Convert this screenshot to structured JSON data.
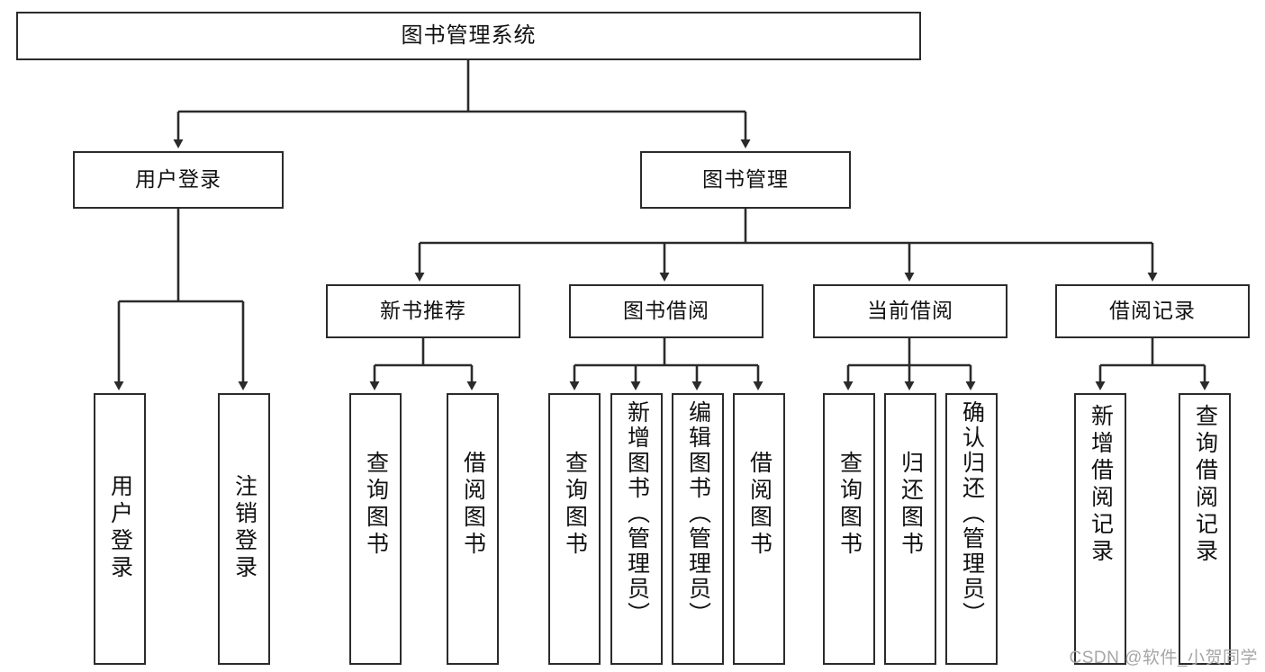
{
  "diagram": {
    "type": "tree-hierarchy",
    "title": "图书管理系统",
    "watermark": "CSDN @软件_小贺同学",
    "colors": {
      "box_border": "#2b2b2b",
      "box_fill": "#ffffff",
      "connector": "#2b2b2b",
      "text": "#111111",
      "watermark": "#a6a6a6"
    },
    "levels": [
      {
        "level": 1,
        "nodes": [
          {
            "id": "root",
            "label": "图书管理系统",
            "orientation": "horizontal"
          }
        ]
      },
      {
        "level": 2,
        "nodes": [
          {
            "id": "user-login",
            "label": "用户登录",
            "orientation": "horizontal",
            "parent": "root"
          },
          {
            "id": "book-manage",
            "label": "图书管理",
            "orientation": "horizontal",
            "parent": "root"
          }
        ]
      },
      {
        "level": 3,
        "nodes": [
          {
            "id": "new-book-rec",
            "label": "新书推荐",
            "orientation": "horizontal",
            "parent": "book-manage"
          },
          {
            "id": "book-borrow",
            "label": "图书借阅",
            "orientation": "horizontal",
            "parent": "book-manage"
          },
          {
            "id": "current-borrow",
            "label": "当前借阅",
            "orientation": "horizontal",
            "parent": "book-manage"
          },
          {
            "id": "borrow-record",
            "label": "借阅记录",
            "orientation": "horizontal",
            "parent": "book-manage"
          }
        ]
      },
      {
        "level": 4,
        "nodes": [
          {
            "id": "leaf-user-login",
            "label": "用户登录",
            "orientation": "vertical",
            "parent": "user-login"
          },
          {
            "id": "leaf-user-logout",
            "label": "注销登录",
            "orientation": "vertical",
            "parent": "user-login"
          },
          {
            "id": "leaf-query-book-1",
            "label": "查询图书",
            "orientation": "vertical",
            "parent": "new-book-rec"
          },
          {
            "id": "leaf-borrow-book-1",
            "label": "借阅图书",
            "orientation": "vertical",
            "parent": "new-book-rec"
          },
          {
            "id": "leaf-query-book-2",
            "label": "查询图书",
            "orientation": "vertical",
            "parent": "book-borrow"
          },
          {
            "id": "leaf-add-book",
            "label": "新增图书（管理员）",
            "orientation": "vertical",
            "parent": "book-borrow"
          },
          {
            "id": "leaf-edit-book",
            "label": "编辑图书（管理员）",
            "orientation": "vertical",
            "parent": "book-borrow"
          },
          {
            "id": "leaf-borrow-book-2",
            "label": "借阅图书",
            "orientation": "vertical",
            "parent": "book-borrow"
          },
          {
            "id": "leaf-query-book-3",
            "label": "查询图书",
            "orientation": "vertical",
            "parent": "current-borrow"
          },
          {
            "id": "leaf-return-book",
            "label": "归还图书",
            "orientation": "vertical",
            "parent": "current-borrow"
          },
          {
            "id": "leaf-confirm-return",
            "label": "确认归还（管理员）",
            "orientation": "vertical",
            "parent": "current-borrow"
          },
          {
            "id": "leaf-add-record",
            "label": "新增借阅记录",
            "orientation": "vertical",
            "parent": "borrow-record"
          },
          {
            "id": "leaf-query-record",
            "label": "查询借阅记录",
            "orientation": "vertical",
            "parent": "borrow-record"
          }
        ]
      }
    ]
  }
}
